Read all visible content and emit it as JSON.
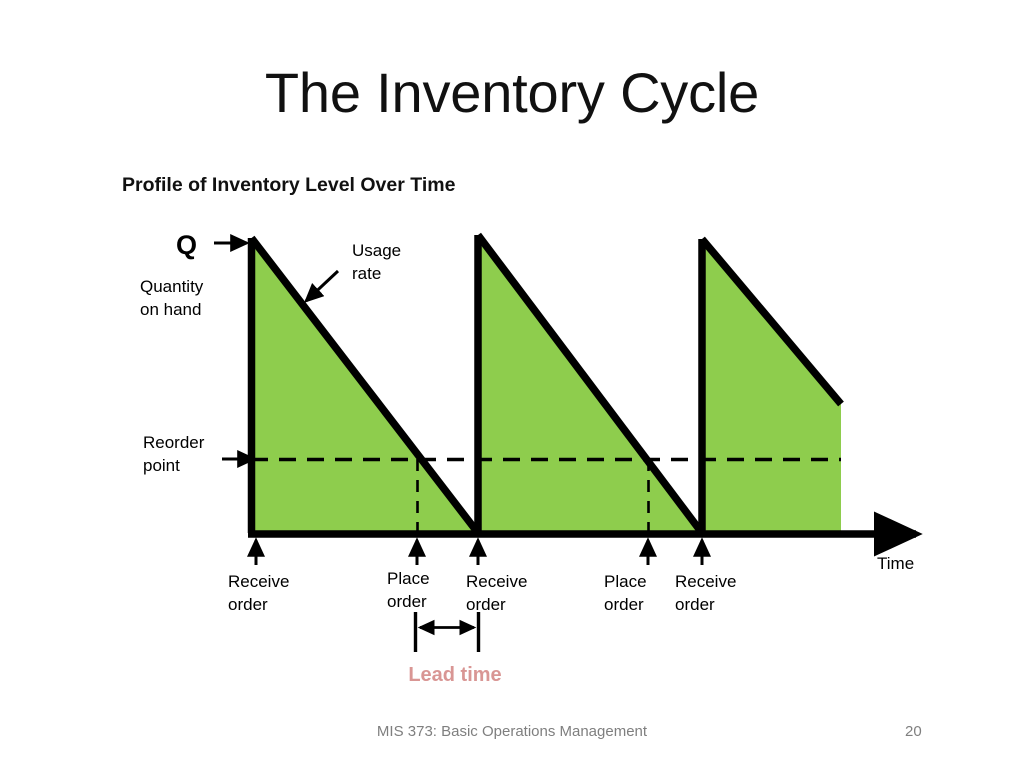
{
  "slide": {
    "title": "The Inventory Cycle",
    "subtitle": "Profile of Inventory Level Over Time"
  },
  "labels": {
    "q": "Q",
    "quantity_on_hand": "Quantity\non hand",
    "usage_rate": "Usage\nrate",
    "reorder_point": "Reorder\npoint",
    "receive_order_1": "Receive\norder",
    "place_order_1": "Place\norder",
    "receive_order_2": "Receive\norder",
    "place_order_2": "Place\norder",
    "receive_order_3": "Receive\norder",
    "time_axis": "Time",
    "lead_time": "Lead time"
  },
  "footer": {
    "course": "MIS 373: Basic Operations Management",
    "page_number": "20"
  },
  "colors": {
    "inventory_fill": "#8ecd4d",
    "line": "#000000",
    "lead_time_text": "#d99694",
    "footer_text": "#7f7f7f",
    "background": "#ffffff"
  },
  "chart_data": {
    "type": "line",
    "title": "Profile of Inventory Level Over Time",
    "xlabel": "Time",
    "ylabel": "Quantity on hand",
    "grid": false,
    "legend": null,
    "annotations": [
      "Q",
      "Usage rate",
      "Reorder point",
      "Receive order",
      "Place order",
      "Lead time"
    ],
    "series": [
      {
        "name": "Inventory level",
        "points": [
          {
            "x": 0,
            "y": 0
          },
          {
            "x": 0,
            "y": 100
          },
          {
            "x": 77,
            "y": 0
          },
          {
            "x": 77,
            "y": 100
          },
          {
            "x": 152,
            "y": 0
          },
          {
            "x": 152,
            "y": 100
          },
          {
            "x": 200,
            "y": 52
          }
        ]
      }
    ],
    "reorder_point_level": 25,
    "reorder_point_crossings_x": [
      57,
      133
    ],
    "receive_order_x": [
      0,
      77,
      152
    ],
    "place_order_x": [
      57,
      133
    ],
    "lead_time_span_x": [
      57,
      77
    ],
    "xlim": [
      0,
      230
    ],
    "ylim": [
      0,
      110
    ]
  }
}
